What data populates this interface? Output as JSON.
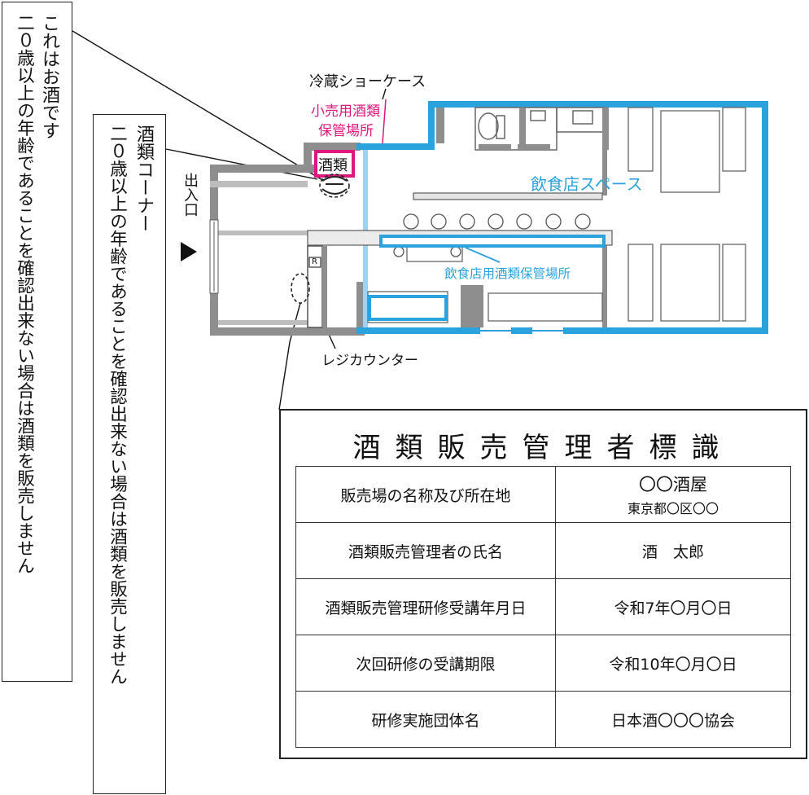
{
  "notes": {
    "note1": [
      "これはお酒です",
      "二０歳以上の年齢であることを確認出来ない場合は酒類を販売しません"
    ],
    "note2": [
      "酒類コーナー",
      "二０歳以上の年齢であることを確認出来ない場合は酒類を販売しません"
    ]
  },
  "plan": {
    "showcase": "冷蔵ショーケース",
    "retail_storage_1": "小売用酒類",
    "retail_storage_2": "保管場所",
    "liquor_tag": "酒類",
    "entrance": "出入口",
    "dining_space": "飲食店スペース",
    "dining_storage": "飲食店用酒類保管場所",
    "register": "レジカウンター",
    "register_mark": "R"
  },
  "sign": {
    "title": "酒類販売管理者標識",
    "rows": [
      {
        "label": "販売場の名称及び所在地",
        "value": "〇〇酒屋",
        "sub": "東京都〇区〇〇"
      },
      {
        "label": "酒類販売管理者の氏名",
        "value": "酒　太郎"
      },
      {
        "label": "酒類販売管理研修受講年月日",
        "value": "令和7年〇月〇日"
      },
      {
        "label": "次回研修の受講期限",
        "value": "令和10年〇月〇日"
      },
      {
        "label": "研修実施団体名",
        "value": "日本酒〇〇〇協会"
      }
    ]
  },
  "colors": {
    "dining_blue": "#2aa3dc",
    "retail_magenta": "#e0157d",
    "wall_gray": "#8e8e8e"
  }
}
